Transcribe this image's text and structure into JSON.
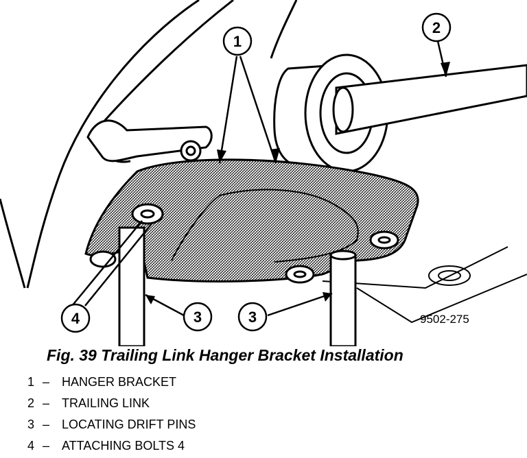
{
  "figure": {
    "code": "9502-275",
    "caption": "Fig. 39 Trailing Link Hanger Bracket Installation"
  },
  "callouts": [
    {
      "number": "1"
    },
    {
      "number": "2"
    },
    {
      "number": "3"
    },
    {
      "number": "3"
    },
    {
      "number": "4"
    }
  ],
  "legend": [
    {
      "number": "1",
      "separator": "–",
      "label": "HANGER BRACKET"
    },
    {
      "number": "2",
      "separator": "–",
      "label": "TRAILING LINK"
    },
    {
      "number": "3",
      "separator": "–",
      "label": "LOCATING DRIFT PINS"
    },
    {
      "number": "4",
      "separator": "–",
      "label": "ATTACHING BOLTS 4"
    }
  ]
}
